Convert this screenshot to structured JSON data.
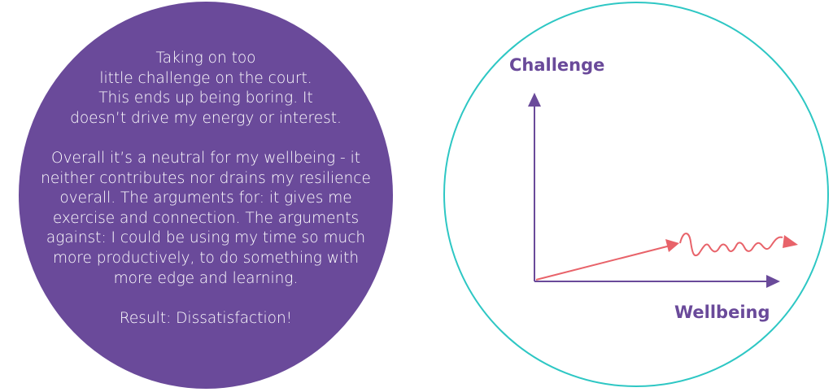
{
  "left_panel": {
    "paragraph1": [
      "Taking on too",
      "little challenge on the court.",
      "This ends up being boring. It",
      "doesn’t drive my energy or interest."
    ],
    "paragraph2": [
      "Overall it’s a neutral for my wellbeing - it",
      "neither contributes nor drains my resilience",
      "overall. The arguments for: it gives me",
      "exercise and connection. The arguments",
      "against: I could be using my time so much",
      "more productively, to do something with",
      "more edge and learning."
    ],
    "result": "Result: Dissatisfaction!"
  },
  "diagram": {
    "y_axis_label": "Challenge",
    "x_axis_label": "Wellbeing",
    "colors": {
      "axis": "#6a4a9a",
      "trend": "#e8636a",
      "circle_border": "#2ec7c4",
      "left_fill": "#6a4a9a"
    }
  }
}
